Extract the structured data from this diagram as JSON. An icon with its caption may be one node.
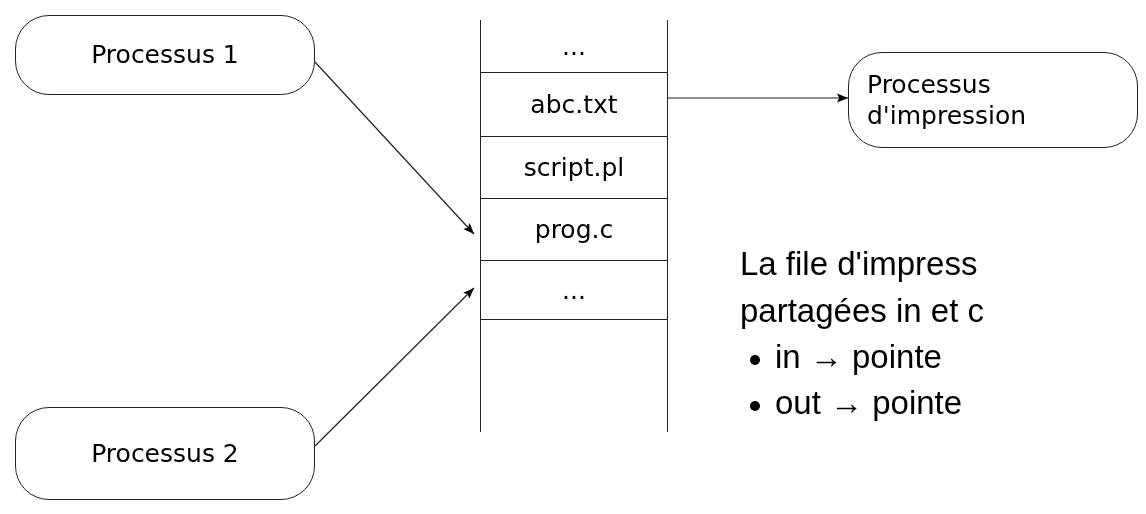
{
  "diagram": {
    "nodes": [
      {
        "text": [
          "Processus 1"
        ]
      },
      {
        "text": [],
        "shape": "box"
      },
      {
        "text": [
          "..."
        ],
        "in": 1
      },
      {
        "text": [
          "abc.txt"
        ],
        "in": 1
      },
      {
        "text": [
          "script.pl"
        ],
        "in": 1
      },
      {
        "text": [
          "prog.c"
        ],
        "in": 1
      },
      {
        "text": [
          "..."
        ],
        "in": 1
      },
      {
        "text": [
          "Processus d'impression"
        ]
      },
      {
        "text": [
          "Processus 2"
        ]
      }
    ],
    "edges": [
      {
        "from": 0,
        "to": 5,
        "arrow": "to"
      },
      {
        "from": 8,
        "to": 6,
        "arrow": "to"
      },
      {
        "from": 3,
        "to": 7,
        "arrow": "to"
      }
    ],
    "labels": [
      "La file d'impress",
      "partagées in et c",
      "in → pointe",
      "out → pointe"
    ]
  }
}
